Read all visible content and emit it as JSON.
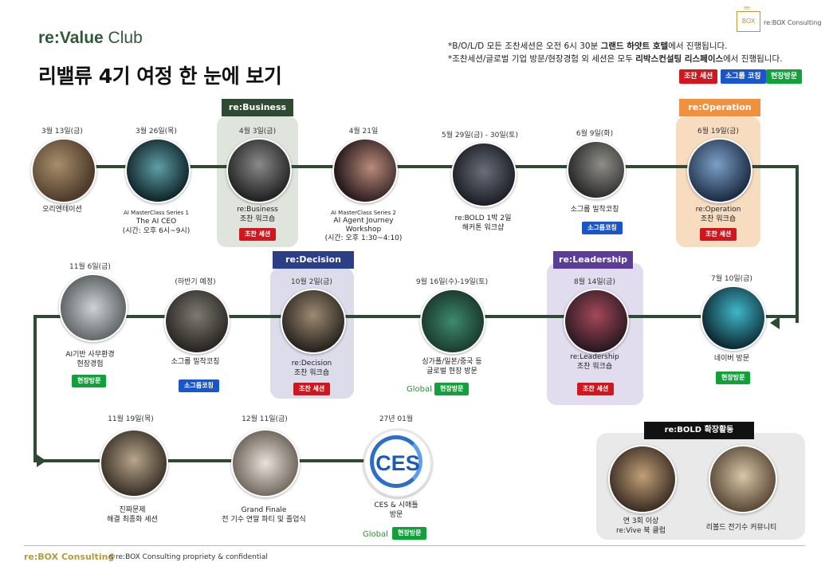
{
  "header": {
    "brand_prefix": "re:Value",
    "brand_suffix": " Club",
    "title": "리밸류 4기 여정 한 눈에 보기",
    "note1_a": "*B/O/L/D 모든 조찬세션은 오전 6시 30분 ",
    "note1_b": "그랜드 하얏트 호텔",
    "note1_c": "에서 진행됩니다.",
    "note2_a": "*조찬세션/글로벌 기업 방문/현장경험 외 세션은 모두 ",
    "note2_b": "리박스컨설팅 리스페이스",
    "note2_c": "에서 진행됩니다.",
    "legend": [
      "조찬 세션",
      "소그룹 코칭",
      "현장방문"
    ],
    "logo_top": "re:",
    "logo_box": "BOX",
    "logo_text": "re:BOX Consulting"
  },
  "colors": {
    "track": "#2f4a33",
    "breakfast": "#d0171d",
    "coaching": "#1a56c8",
    "visit": "#13a03a",
    "business_panel": "#dfe5dc",
    "business_head": "#2f4a33",
    "operation_panel": "#f8dcc0",
    "operation_head": "#f0913f",
    "decision_panel": "#dcdcea",
    "decision_head": "#2b3e86",
    "leadership_panel": "#e2dcef",
    "leadership_head": "#5b3d98",
    "bold_panel": "#e9e9e9"
  },
  "panels": {
    "business": "re:Business",
    "operation": "re:Operation",
    "decision": "re:Decision",
    "leadership": "re:Leadership",
    "bold": "re:BOLD 확장활동"
  },
  "events": [
    {
      "date": "3월 13일(금)",
      "label": "오리엔테이션",
      "icon": "orientation-photo"
    },
    {
      "date": "3월 26일(목)",
      "label_small": "AI MasterClass Series 1",
      "label": "The AI CEO",
      "label2": "(시간: 오후 6시~9시)",
      "icon": "brain-photo"
    },
    {
      "date": "4월 3일(금)",
      "label": "re:Business",
      "label2": "조찬 워크숍",
      "badge": "조찬 세션",
      "icon": "speaker-photo"
    },
    {
      "date": "4월 21일",
      "label_small": "AI MasterClass Series 2",
      "label": "AI Agent Journey",
      "label2": "Workshop",
      "label3": "(시간: 오후 1:30~4:10)",
      "icon": "ai-face-photo"
    },
    {
      "date": "5월 29일(금) - 30일(토)",
      "label": "re:BOLD 1박 2일",
      "label2": "해커톤 워크샵",
      "icon": "hackathon-photo"
    },
    {
      "date": "6월 9일(화)",
      "label": "소그룹 밀착코칭",
      "badge": "소그룹코칭",
      "icon": "coaching-photo"
    },
    {
      "date": "6월 19일(금)",
      "label": "re:Operation",
      "label2": "조찬 워크숍",
      "badge": "조찬 세션",
      "icon": "presentation-photo"
    },
    {
      "date": "7월 10일(금)",
      "label": "네이버 방문",
      "badge": "현장방문",
      "icon": "bulb-photo"
    },
    {
      "date": "8월 14일(금)",
      "label": "re:Leadership",
      "label2": "조찬 워크숍",
      "badge": "조찬 세션",
      "icon": "leadership-photo"
    },
    {
      "date": "9월 16일(수)-19일(토)",
      "label": "싱가폴/일본/중국 등",
      "label2": "글로벌 현장 방문",
      "badge": "현장방문",
      "global": "Global",
      "icon": "rebold-group-photo"
    },
    {
      "date": "10월 2일(금)",
      "label": "re:Decision",
      "label2": "조찬 워크숍",
      "badge": "조찬 세션",
      "icon": "decision-photo"
    },
    {
      "date": "(하반기 예정)",
      "label": "소그룹 밀착코칭",
      "badge": "소그룹코칭",
      "icon": "meeting-photo"
    },
    {
      "date": "11월 6일(금)",
      "label": "AI기반 사무환경",
      "label2": "현장경험",
      "badge": "현장방문",
      "icon": "office-photo"
    },
    {
      "date": "11월 19일(목)",
      "label": "진짜문제",
      "label2": "해결 최종화 세션",
      "icon": "final-session-photo"
    },
    {
      "date": "12월 11일(금)",
      "label": "Grand Finale",
      "label2": "전 기수 연말 파티 및 졸업식",
      "icon": "party-photo"
    },
    {
      "date": "27년 01월",
      "label": "CES & 시애틀",
      "label2": "방문",
      "badge": "현장방문",
      "global": "Global",
      "icon": "ces-logo",
      "ces": "CES"
    }
  ],
  "bold_items": [
    {
      "label": "연 3회 이상",
      "label2": "re:Vive 북 클럽",
      "icon": "bookclub-photo"
    },
    {
      "label": "리볼드 전기수 커뮤니티",
      "icon": "community-photo"
    }
  ],
  "footer": {
    "logo_prefix": "re:",
    "logo_suffix": "BOX Consulting",
    "copyright": "©re:BOX Consulting propriety & confidential"
  }
}
